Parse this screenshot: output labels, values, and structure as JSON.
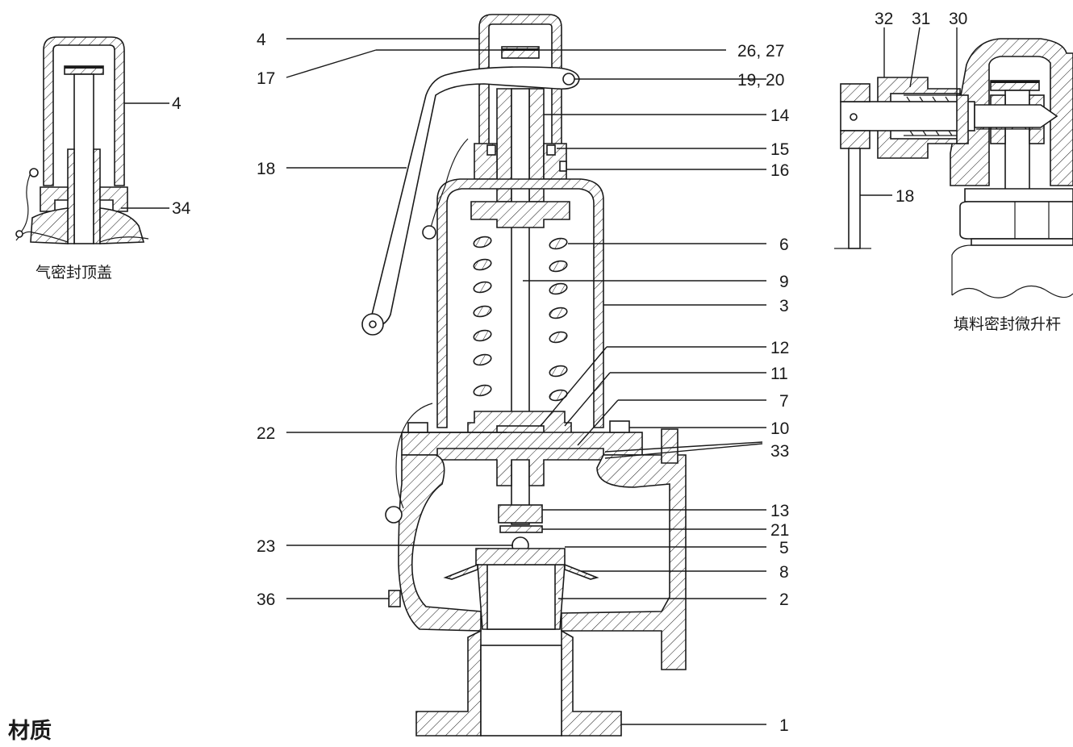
{
  "captions": {
    "gas_tight_cap": "气密封顶盖",
    "packed_lever": "填料密封微升杆"
  },
  "heading": "材质",
  "main_labels_left": [
    "4",
    "17",
    "18",
    "22",
    "23",
    "36"
  ],
  "main_labels_right": [
    "26, 27",
    "19, 20",
    "14",
    "15",
    "16",
    "6",
    "9",
    "3",
    "12",
    "11",
    "7",
    "10",
    "33",
    "13",
    "21",
    "5",
    "8",
    "2",
    "1"
  ],
  "inset_left_labels": [
    "4",
    "34"
  ],
  "inset_right_labels": [
    "32",
    "31",
    "30",
    "18"
  ]
}
